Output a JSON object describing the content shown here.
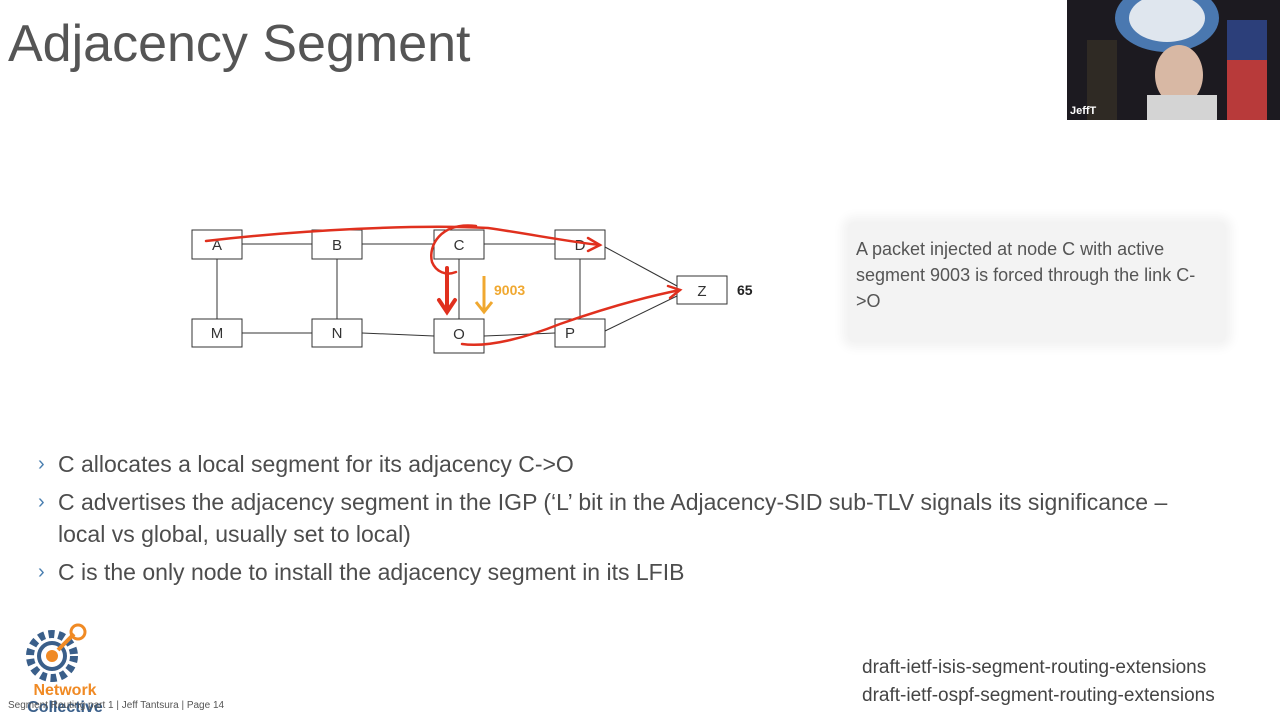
{
  "slide": {
    "title": "Adjacency Segment"
  },
  "diagram": {
    "nodes": [
      "A",
      "B",
      "C",
      "D",
      "M",
      "N",
      "O",
      "P",
      "Z"
    ],
    "z_label": "65",
    "segment_label": "9003",
    "colors": {
      "node_border": "#333333",
      "link": "#333333",
      "red_annotation": "#e0301e",
      "segment_arrow": "#f0a830"
    }
  },
  "callout": {
    "text": "A packet injected at node C with active segment 9003 is forced through the link C->O"
  },
  "bullets": [
    "C allocates a local segment for its adjacency C->O",
    "C advertises the adjacency segment in the IGP (‘L’ bit in the Adjacency-SID sub-TLV signals its significance – local vs global, usually set to local)",
    "C is the only node to install the adjacency segment in its LFIB"
  ],
  "references": [
    "draft-ietf-isis-segment-routing-extensions",
    "draft-ietf-ospf-segment-routing-extensions"
  ],
  "footer": {
    "text": "Segment Routing part 1 | Jeff Tantsura | Page 14"
  },
  "logo": {
    "line1": "Network",
    "line2": "Collective",
    "colors": {
      "gear": "#3a5f8a",
      "accent": "#f08a24"
    }
  },
  "webcam": {
    "name": "JeffT"
  }
}
